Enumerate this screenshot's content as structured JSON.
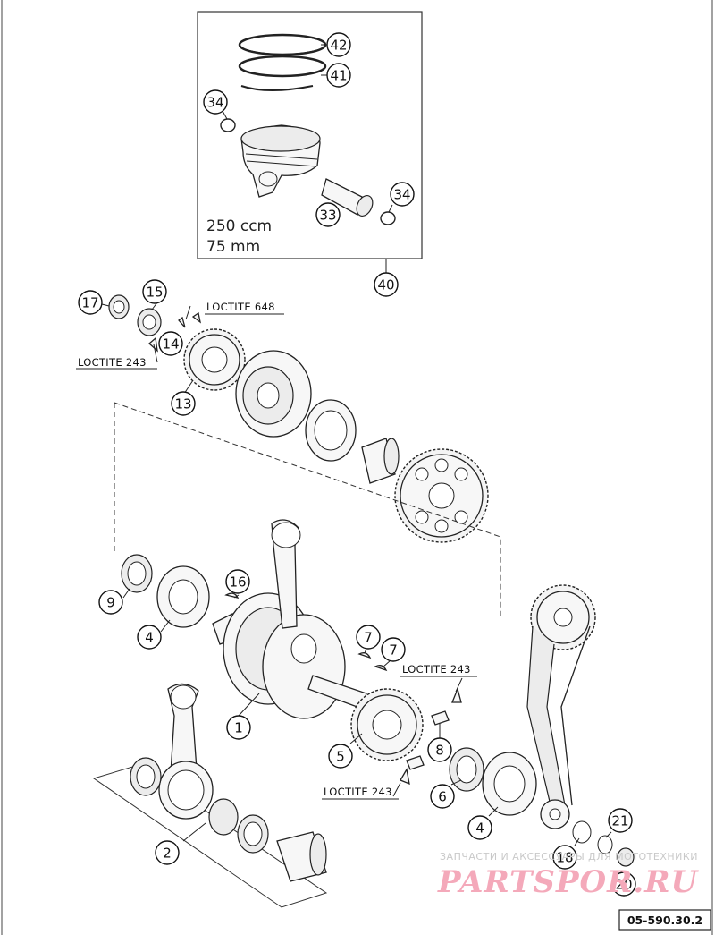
{
  "piston_kit": {
    "spec_displacement": "250 ccm",
    "spec_bore": "75 mm"
  },
  "callouts": {
    "c42": "42",
    "c41": "41",
    "c34a": "34",
    "c34b": "34",
    "c33": "33",
    "c40": "40",
    "c17": "17",
    "c15": "15",
    "c14": "14",
    "c13": "13",
    "c9": "9",
    "c4a": "4",
    "c16": "16",
    "c1": "1",
    "c7a": "7",
    "c7b": "7",
    "c8": "8",
    "c5": "5",
    "c6": "6",
    "c4b": "4",
    "c2": "2",
    "c21": "21",
    "c18": "18",
    "c20": "20"
  },
  "notes": {
    "loctite_648": "LOCTITE 648",
    "loctite_243_a": "LOCTITE 243",
    "loctite_243_b": "LOCTITE 243",
    "loctite_243_c": "LOCTITE 243"
  },
  "watermark": {
    "tagline": "ЗАПЧАСТИ И АКСЕССУАРЫ ДЛЯ МОТОТЕХНИКИ",
    "brand": "PARTSPOR.RU"
  },
  "diagram_ref": "05-590.30.2"
}
